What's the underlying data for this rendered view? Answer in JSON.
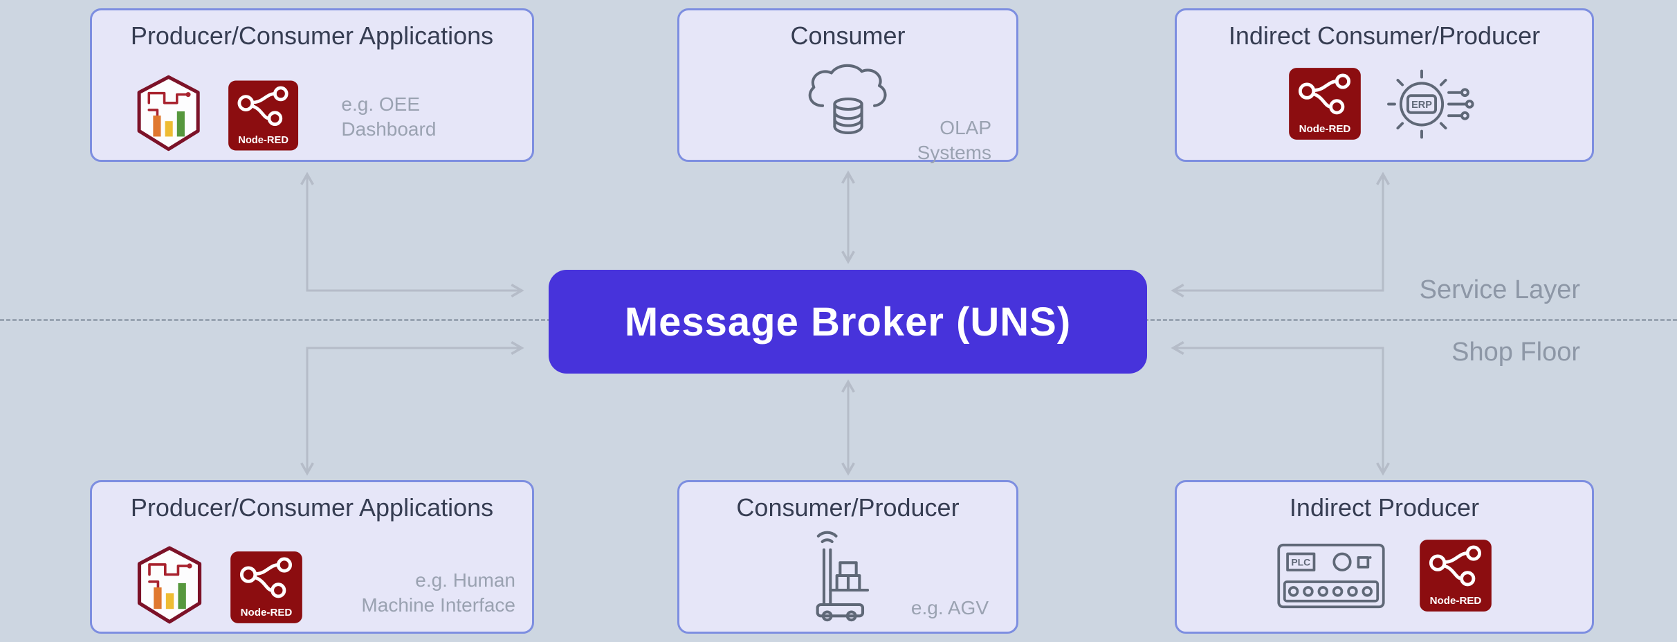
{
  "diagram": {
    "broker": {
      "label": "Message Broker (UNS)"
    },
    "layer_labels": {
      "above": "Service Layer",
      "below": "Shop Floor"
    },
    "boxes": [
      {
        "title": "Producer/Consumer Applications",
        "caption": "e.g. OEE Dashboard"
      },
      {
        "title": "Consumer",
        "caption": "OLAP\nSystems"
      },
      {
        "title": "Indirect Consumer/Producer",
        "caption": ""
      },
      {
        "title": "Producer/Consumer Applications",
        "caption": "e.g. Human\nMachine Interface"
      },
      {
        "title": "Consumer/Producer",
        "caption": "e.g. AGV"
      },
      {
        "title": "Indirect Producer",
        "caption": ""
      }
    ],
    "icon_labels": {
      "node_red": "Node-RED",
      "erp": "ERP",
      "plc": "PLC"
    },
    "colors": {
      "background": "#cdd6e1",
      "box_bg": "#e6e6f8",
      "box_border": "#7d8ee0",
      "broker_bg": "#4733db",
      "broker_text": "#ffffff",
      "title_text": "#363d52",
      "caption_text": "#9aa2b1",
      "layer_label_text": "#8d97a6",
      "divider": "#98a3b1",
      "arrow": "#b5bcc8",
      "node_red_bg": "#8c0d10",
      "icon_stroke": "#5f6877",
      "shield_border": "#7c1228",
      "bar_orange": "#e0782f",
      "bar_yellow": "#eebc33",
      "bar_green": "#56973d"
    }
  }
}
